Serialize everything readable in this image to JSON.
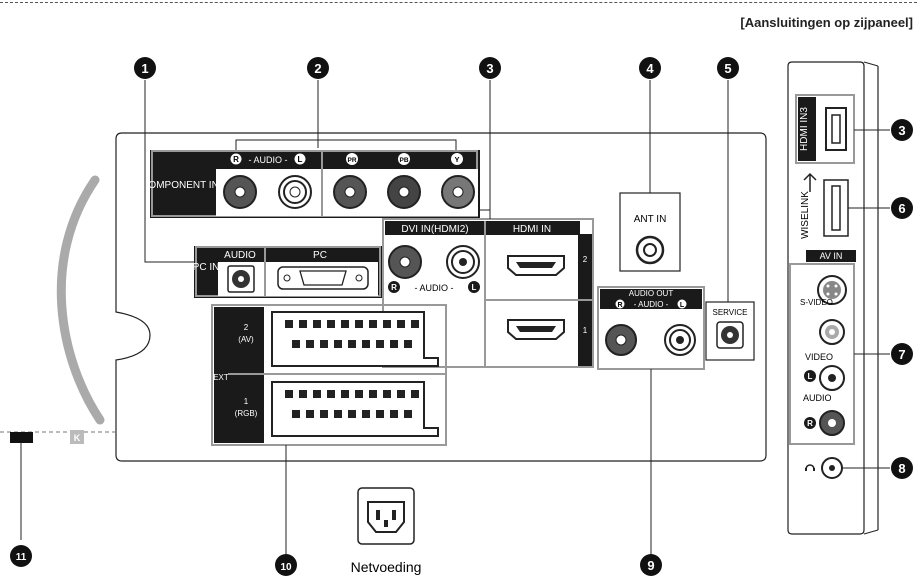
{
  "caption": "[Aansluitingen op zijpaneel]",
  "numbers": {
    "n1": "1",
    "n2": "2",
    "n3": "3",
    "n4": "4",
    "n5": "5",
    "n6": "6",
    "n7": "7",
    "n8": "8",
    "n9": "9",
    "n10": "10",
    "n11": "11"
  },
  "labels": {
    "component_in": "COMPONENT IN",
    "audio_r": "R",
    "audio_l": "L",
    "audio_word": "- AUDIO -",
    "pr": "PR",
    "pb": "PB",
    "y": "Y",
    "pc_in": "PC IN",
    "audio": "AUDIO",
    "pc": "PC",
    "dvi_in": "DVI IN(HDMI2)",
    "hdmi_in": "HDMI IN",
    "hdmi_2": "2",
    "hdmi_1": "1",
    "ant_in": "ANT IN",
    "audio_out": "AUDIO OUT",
    "service": "SERVICE",
    "ext": "EXT",
    "ext2_a": "2",
    "ext2_b": "(AV)",
    "ext1_a": "1",
    "ext1_b": "(RGB)",
    "netvoeding": "Netvoeding",
    "hdmi_in3": "HDMI IN3",
    "wiselink": "WISELINK",
    "av_in": "AV IN",
    "s_video": "S-VIDEO",
    "video": "VIDEO",
    "side_audio": "AUDIO",
    "lock_k": "K"
  },
  "colors": {
    "panel_border": "#222222",
    "dark_fill": "#1a1a1a",
    "grey_frame": "#999999",
    "cable": "#aaaaaa",
    "jack_red": "#666666"
  }
}
